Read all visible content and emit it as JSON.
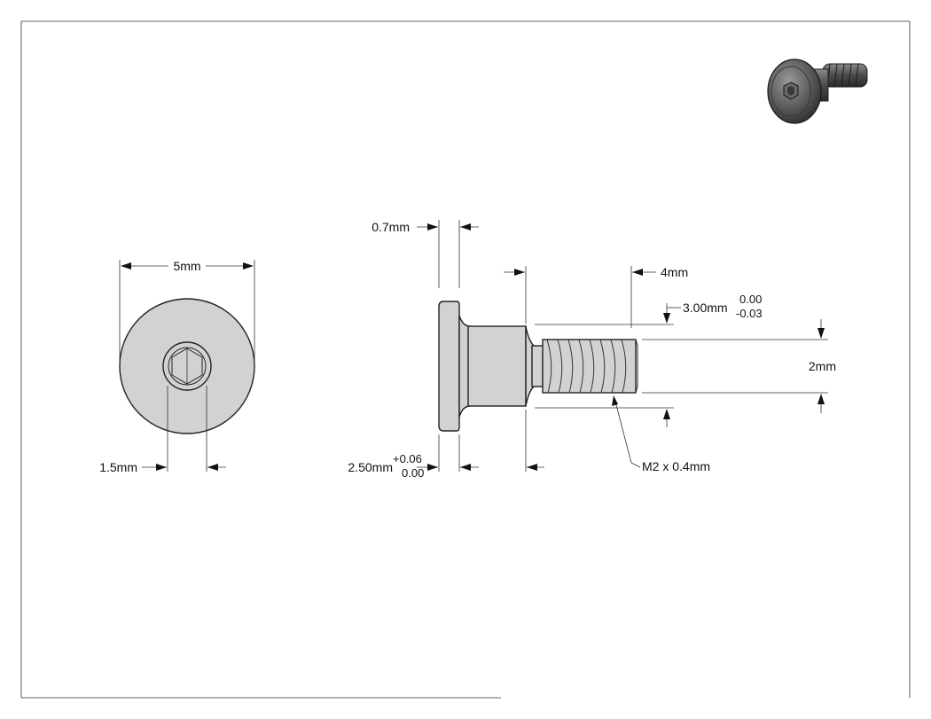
{
  "dimensions": {
    "head_diameter": "5mm",
    "hex_socket": "1.5mm",
    "head_height": "0.7mm",
    "shoulder_length": "4mm",
    "shoulder_diameter": "3.00mm",
    "shoulder_diameter_tol_upper": "0.00",
    "shoulder_diameter_tol_lower": "-0.03",
    "thread_diameter": "2mm",
    "thread_spec": "M2 x 0.4mm",
    "head_diameter_2": "2.50mm",
    "head_diameter_2_tol_upper": "+0.06",
    "head_diameter_2_tol_lower": "0.00"
  }
}
